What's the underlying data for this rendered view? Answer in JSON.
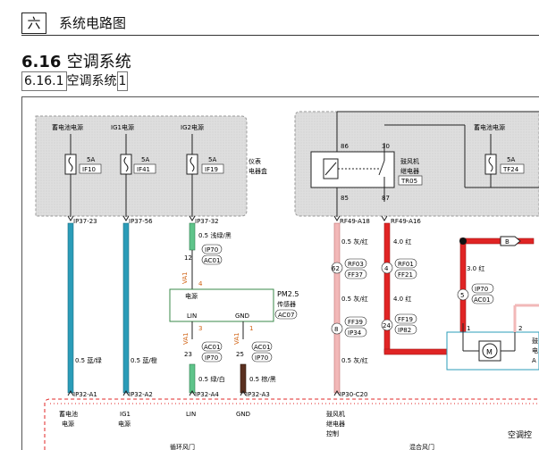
{
  "header": {
    "chapter_number": "六",
    "chapter_title": "系统电路图",
    "section_number": "6.16",
    "section_title": "空调系统",
    "subsection_number": "6.16.1",
    "subsection_title": "空调系统",
    "subsection_page": "1"
  },
  "power_sources": [
    {
      "label": "蓄电池电源",
      "fuse_rating": "5A",
      "fuse_code": "IF10"
    },
    {
      "label": "IG1电源",
      "fuse_rating": "5A",
      "fuse_code": "IF41"
    },
    {
      "label": "IG2电源",
      "fuse_rating": "5A",
      "fuse_code": "IF19"
    }
  ],
  "instrument_box": {
    "line1": "仪表",
    "line2": "电器盒"
  },
  "top_connectors": {
    "c1": "IP37-23",
    "c2": "IP37-56",
    "c3": "IP37-32",
    "c4": "RF49-A18",
    "c5": "RF49-A16"
  },
  "relay": {
    "pin_86": "86",
    "pin_30": "30",
    "pin_85": "85",
    "pin_87": "87",
    "line1": "鼓风机",
    "line2": "继电器",
    "code": "TR05"
  },
  "right_power": {
    "label": "蓄电池电源",
    "fuse_rating": "5A",
    "fuse_code": "TF24"
  },
  "wires": {
    "w1": "0.5 蓝/绿",
    "w2": "0.5 蓝/橙",
    "w3": "0.5 浅绿/黑",
    "w4": "0.5 绿/白",
    "w5": "0.5 棕/黑",
    "w6a": "0.5 灰/红",
    "w6b": "0.5 灰/红",
    "w6c": "0.5 灰/红",
    "w7a": "4.0 红",
    "w7b": "4.0 红",
    "w8": "3.0 红"
  },
  "pins": {
    "p12": "12",
    "p4": "4",
    "p3": "3",
    "p1": "1",
    "p23": "23",
    "p25": "25",
    "p62": "62",
    "p8": "8",
    "p4b": "4",
    "p24": "24",
    "p5": "5",
    "m1": "1",
    "m2": "2"
  },
  "va_labels": {
    "va1": "VA1",
    "va2": "VA1",
    "va3": "VA1"
  },
  "tags": {
    "ip70a": "IP70",
    "ac01a": "AC01",
    "ac01b": "AC01",
    "ip70b": "IP70",
    "ac01c": "AC01",
    "ip70c": "IP70",
    "rf03": "RF03",
    "ff37": "FF37",
    "ff39": "FF39",
    "ip34": "IP34",
    "rf01": "RF01",
    "ff21": "FF21",
    "ff19": "FF19",
    "ip82": "IP82",
    "ip70d": "IP70",
    "ac01d": "AC01",
    "b": "B"
  },
  "sensor": {
    "pin_power": "电源",
    "pin_lin": "LIN",
    "pin_gnd": "GND",
    "line1": "PM2.5",
    "line2": "传感器",
    "code": "AC07"
  },
  "motor": {
    "symbol": "M",
    "side1": "鼓",
    "side2": "电",
    "side3": "A"
  },
  "bottom_connectors": {
    "b1": "IP32-A1",
    "b2": "IP32-A2",
    "b3": "IP32-A4",
    "b4": "IP32-A3",
    "b5": "IP30-C20"
  },
  "bottom_labels": {
    "l1a": "蓄电池",
    "l1b": "电源",
    "l2a": "IG1",
    "l2b": "电源",
    "l3": "LIN",
    "l4": "GND",
    "l5a": "鼓风机",
    "l5b": "继电器",
    "l5c": "控制",
    "controller": "空调控"
  },
  "bottom_partial": {
    "left": "循环风门",
    "right": "混合风门"
  },
  "colors": {
    "blue_wire": "#2b9cb8",
    "light_green_wire": "#5ec48a",
    "brown_wire": "#5a3020",
    "red_wire": "#e02424",
    "pink_wire": "#f2b8b8",
    "orange_text": "#d06010",
    "dash_box": "#dcdcdc"
  }
}
